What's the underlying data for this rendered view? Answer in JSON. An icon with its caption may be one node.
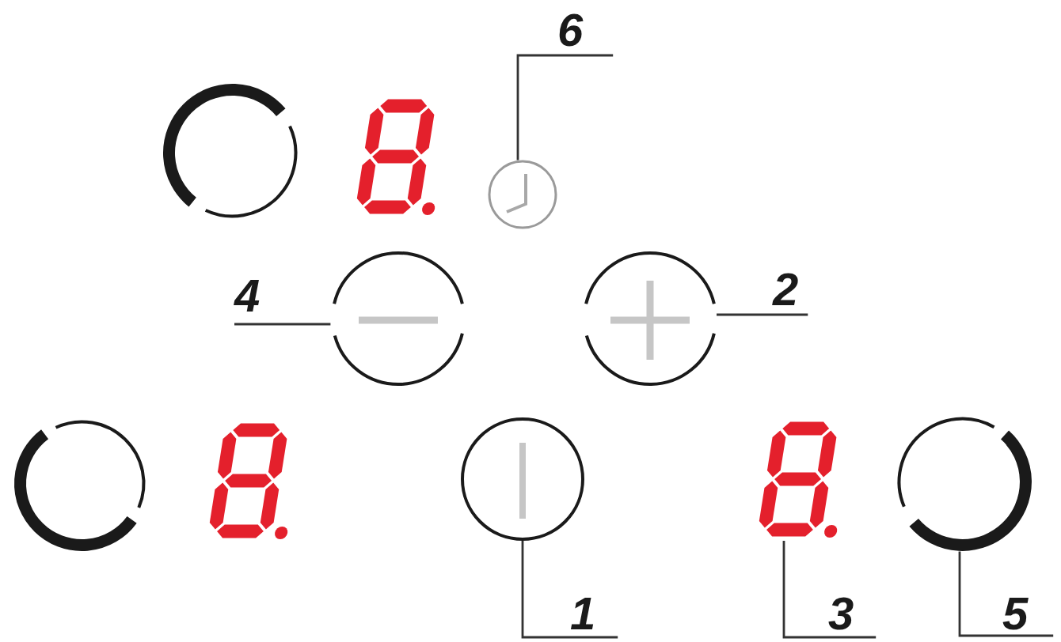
{
  "diagram": {
    "nodes": [
      {
        "text": [
          "6"
        ]
      },
      {
        "text": [],
        "shape": "ring"
      },
      {
        "text": [],
        "shape": "display"
      },
      {
        "text": [],
        "shape": "clock"
      },
      {
        "text": [
          "4"
        ]
      },
      {
        "text": [],
        "shape": "button"
      },
      {
        "text": [],
        "shape": "button"
      },
      {
        "text": [
          "2"
        ]
      },
      {
        "text": [],
        "shape": "ring"
      },
      {
        "text": [],
        "shape": "display"
      },
      {
        "text": [],
        "shape": "button"
      },
      {
        "text": [],
        "shape": "display"
      },
      {
        "text": [],
        "shape": "ring"
      },
      {
        "text": [
          "1"
        ]
      },
      {
        "text": [
          "3"
        ]
      },
      {
        "text": [
          "5"
        ]
      }
    ],
    "edges": [
      {
        "from": 0,
        "to": 3,
        "arrow": "none"
      },
      {
        "from": 4,
        "to": 5,
        "arrow": "none"
      },
      {
        "from": 7,
        "to": 6,
        "arrow": "none"
      },
      {
        "from": 13,
        "to": 10,
        "arrow": "none"
      },
      {
        "from": 14,
        "to": 11,
        "arrow": "none"
      },
      {
        "from": 15,
        "to": 12,
        "arrow": "none"
      }
    ]
  }
}
